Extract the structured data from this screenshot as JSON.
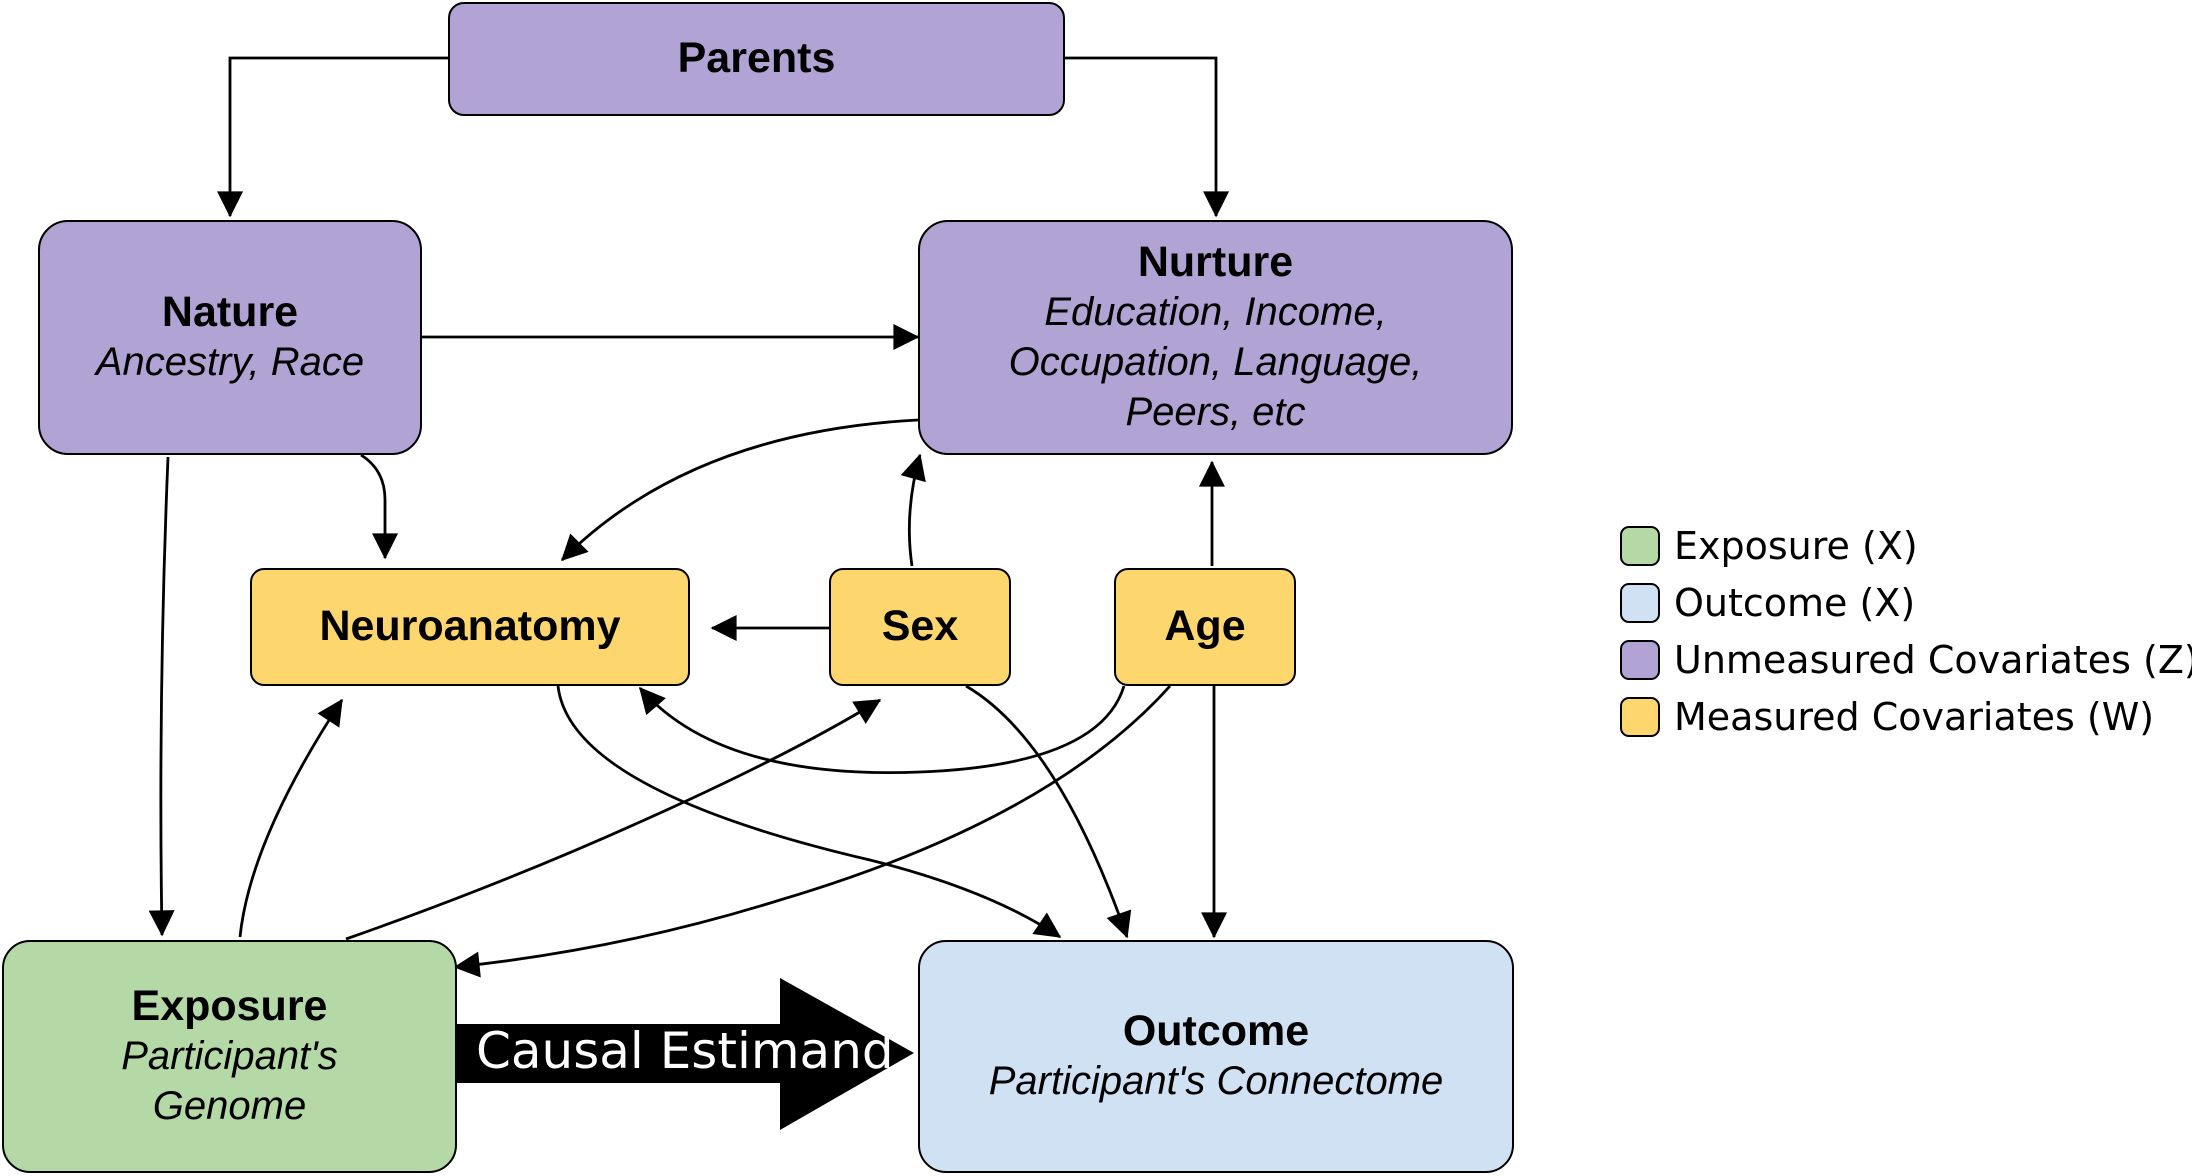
{
  "nodes": {
    "parents": {
      "title": "Parents"
    },
    "nature": {
      "title": "Nature",
      "subtitle": "Ancestry, Race"
    },
    "nurture": {
      "title": "Nurture",
      "subtitle": "Education, Income,\nOccupation, Language,\nPeers, etc"
    },
    "neuroanatomy": {
      "title": "Neuroanatomy"
    },
    "sex": {
      "title": "Sex"
    },
    "age": {
      "title": "Age"
    },
    "exposure": {
      "title": "Exposure",
      "subtitle": "Participant's\nGenome"
    },
    "outcome": {
      "title": "Outcome",
      "subtitle": "Participant's Connectome"
    }
  },
  "estimand": {
    "label": "Causal Estimand"
  },
  "legend": [
    {
      "label": "Exposure (X)",
      "color": "#b5d9a6"
    },
    {
      "label": "Outcome (X)",
      "color": "#cfe1f3"
    },
    {
      "label": "Unmeasured Covariates (Z)",
      "color": "#b1a4d4"
    },
    {
      "label": "Measured Covariates (W)",
      "color": "#fed66e"
    }
  ],
  "colors": {
    "unmeasured": "#b1a4d4",
    "measured": "#fed66e",
    "exposure": "#b5d9a6",
    "outcome": "#cfe1f3"
  }
}
